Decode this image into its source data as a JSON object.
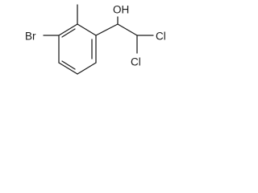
{
  "molecule": {
    "atoms": {
      "hydroxyl": "OH",
      "bromine": "Br",
      "chlorine_upper": "Cl",
      "chlorine_lower": "Cl"
    }
  }
}
